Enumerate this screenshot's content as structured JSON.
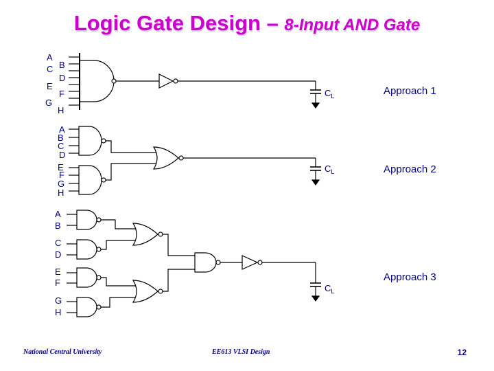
{
  "title": {
    "main": "Logic Gate Design –",
    "sub": "8-Input AND Gate"
  },
  "input_labels": [
    "A",
    "B",
    "C",
    "D",
    "E",
    "F",
    "G",
    "H"
  ],
  "load_label": {
    "main": "C",
    "sub": "L"
  },
  "approaches": [
    "Approach 1",
    "Approach 2",
    "Approach 3"
  ],
  "footer": {
    "left": "National Central University",
    "center": "EE613 VLSI Design",
    "page": "12"
  },
  "colors": {
    "title": "#cc00cc",
    "text": "#000080",
    "wire": "#000000"
  }
}
